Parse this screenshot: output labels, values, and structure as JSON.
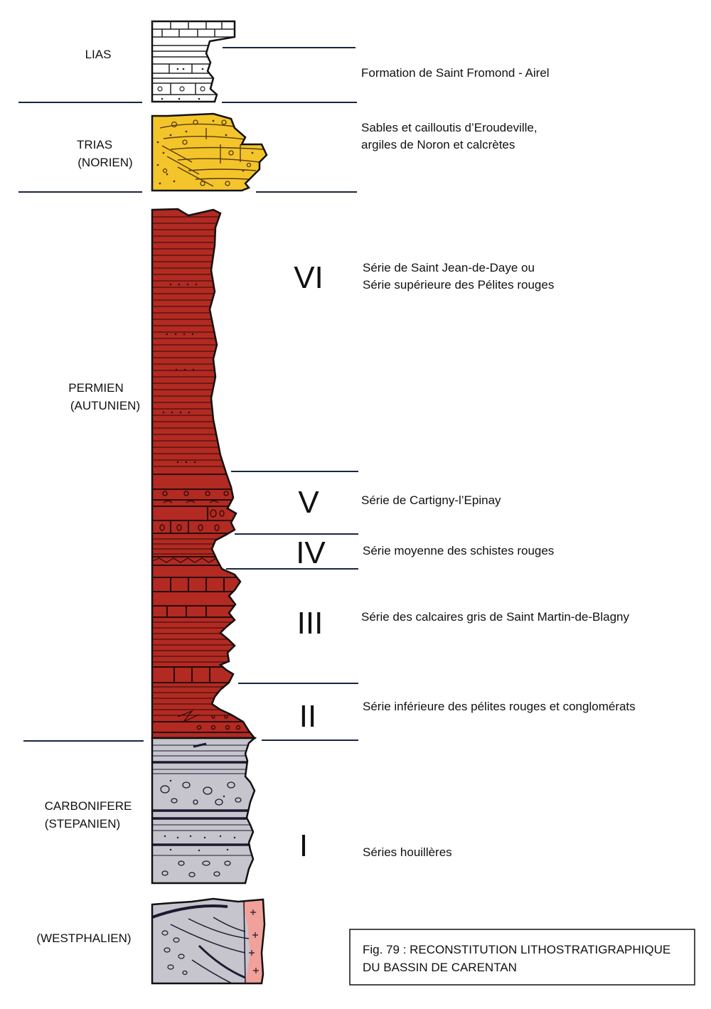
{
  "eras": {
    "lias": "LIAS",
    "trias": [
      "TRIAS",
      "(NORIEN)"
    ],
    "permien": [
      "PERMIEN",
      "(AUTUNIEN)"
    ],
    "carbonifere": [
      "CARBONIFERE",
      "(STEPANIEN)"
    ],
    "westphalien": "(WESTPHALIEN)"
  },
  "series": [
    {
      "roman": "",
      "lines": [
        "Formation de Saint Fromond - Airel"
      ]
    },
    {
      "roman": "",
      "lines": [
        "Sables et cailloutis d’Eroudeville,",
        "argiles de Noron et calcrètes"
      ]
    },
    {
      "roman": "VI",
      "lines": [
        "Série de Saint Jean-de-Daye ou",
        "Série supérieure des Pélites rouges"
      ]
    },
    {
      "roman": "V",
      "lines": [
        "Série de Cartigny-l’Epinay"
      ]
    },
    {
      "roman": "IV",
      "lines": [
        "Série moyenne des schistes rouges"
      ]
    },
    {
      "roman": "III",
      "lines": [
        "Série des calcaires gris de Saint Martin-de-Blagny"
      ]
    },
    {
      "roman": "II",
      "lines": [
        "Série inférieure des pélites rouges et conglomérats"
      ]
    },
    {
      "roman": "I",
      "lines": [
        "Séries houillères"
      ]
    }
  ],
  "caption": [
    "Fig. 79 : RECONSTITUTION LITHOSTRATIGRAPHIQUE",
    "DU BASSIN DE CARENTAN"
  ],
  "colors": {
    "permian_red": "#b22a22",
    "trias_yellow": "#f3c52a",
    "carbon_grey": "#c6c4cc",
    "granite_pink": "#f2a09a",
    "line": "#1a2540"
  }
}
